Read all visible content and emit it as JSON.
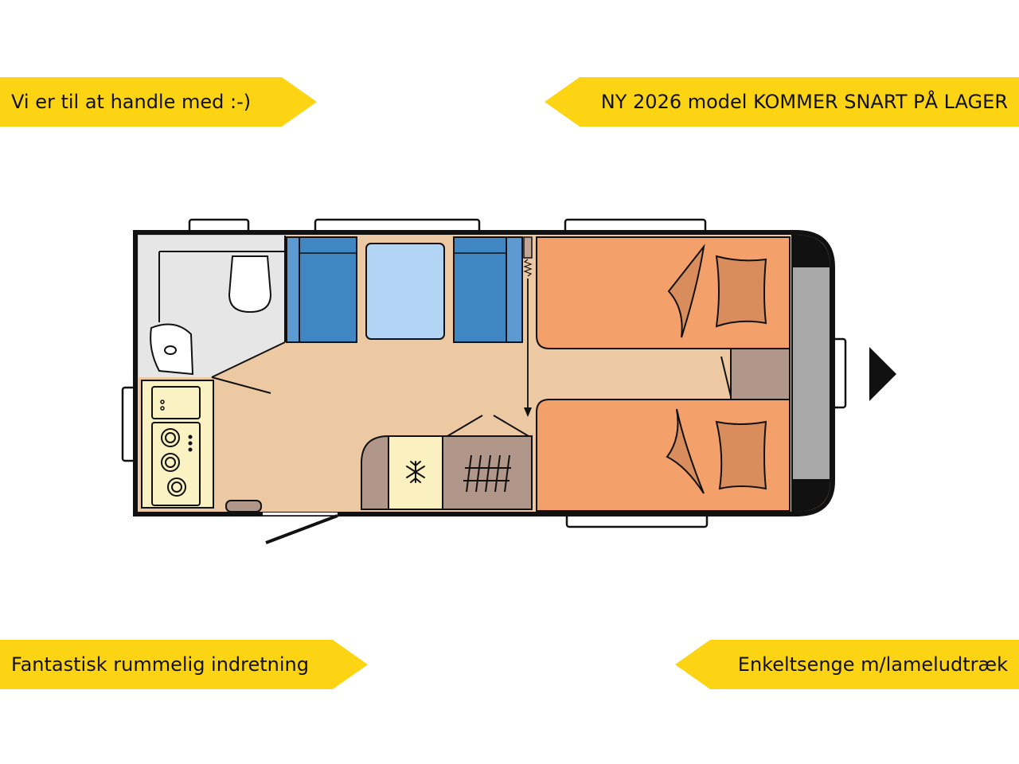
{
  "banners": {
    "top_left": "Vi er til at handle med :-)",
    "top_right": "NY 2026 model KOMMER SNART PÅ LAGER",
    "bottom_left": "Fantastisk rummelig indretning",
    "bottom_right": "Enkeltsenge m/lameludtræk"
  },
  "colors": {
    "banner": "#fdd413",
    "floor": "#ecc9a2",
    "bed": "#f3a06b",
    "bed_pillow": "#d98d5d",
    "seat": "#3f86c3",
    "seat_back": "#5e9ad2",
    "table": "#b3d5f5",
    "bathroom": "#e6e6e6",
    "kitchen": "#faf2c3",
    "fridge": "#fbf0c0",
    "cabinet": "#b0978a",
    "wall": "#111111",
    "front_window": "#a8a8a8"
  },
  "icons": {
    "fridge": "snowflake-icon",
    "front": "direction-arrow-icon"
  }
}
